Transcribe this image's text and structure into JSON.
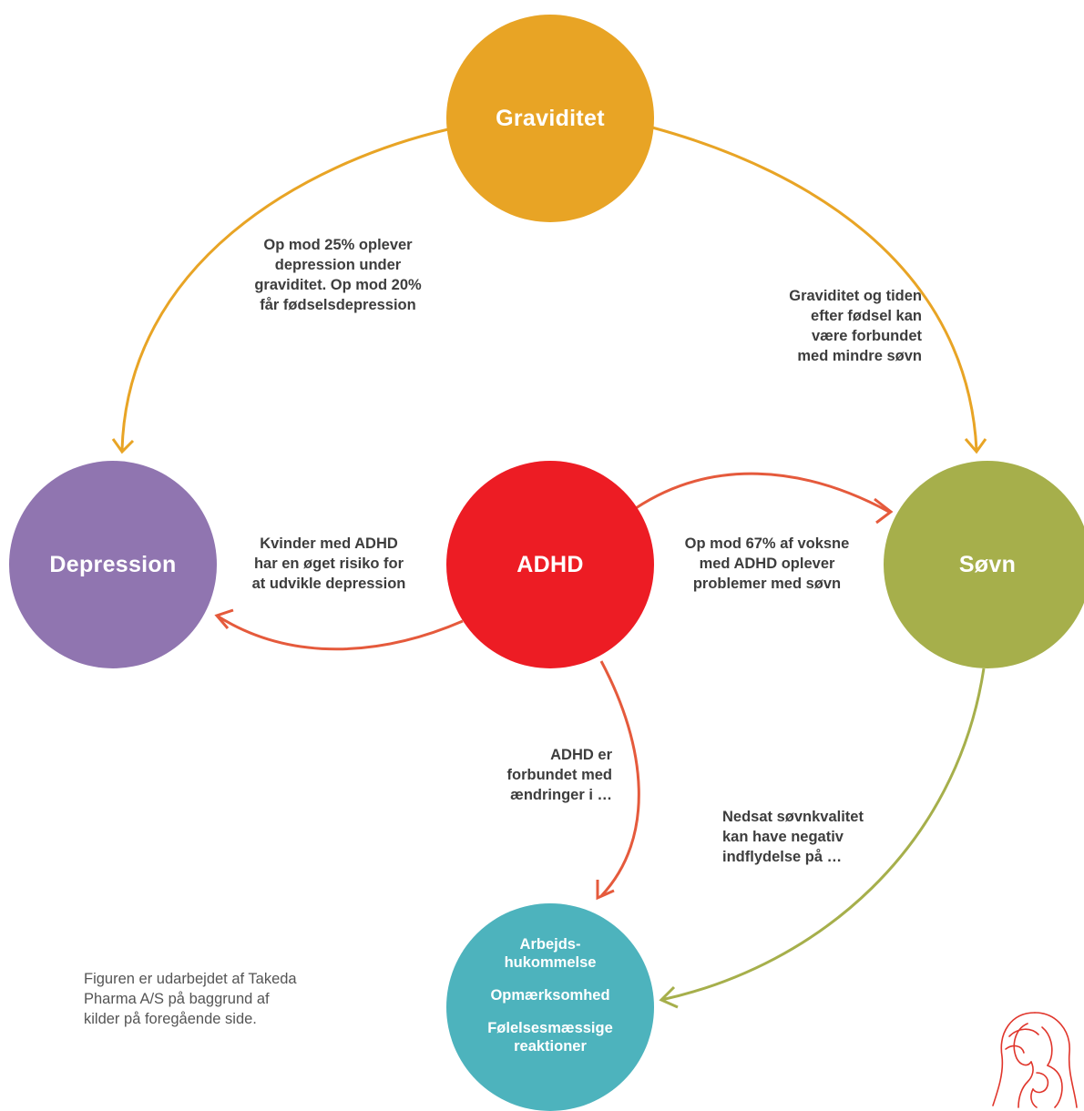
{
  "colors": {
    "graviditet": "#E8A425",
    "depression": "#9075B0",
    "adhd": "#ED1C24",
    "sovn": "#A6AF4B",
    "cognition": "#4DB3BD",
    "arrow_orange": "#E8A425",
    "arrow_red": "#E55A3C",
    "arrow_olive": "#A6AF4B",
    "logo": "#E0352B"
  },
  "nodes": {
    "graviditet": {
      "label": "Graviditet"
    },
    "depression": {
      "label": "Depression"
    },
    "adhd": {
      "label": "ADHD"
    },
    "sovn": {
      "label": "Søvn"
    },
    "cognition": {
      "items": [
        "Arbejds-\nhukommelse",
        "Opmærksomhed",
        "Følelsesmæssige\nreaktioner"
      ]
    }
  },
  "edges": {
    "graviditet_depression": "Op mod 25% oplever\ndepression under\ngraviditet. Op mod 20%\nfår fødselsdepression",
    "graviditet_sovn": "Graviditet og tiden\nefter fødsel kan\nvære forbundet\nmed mindre søvn",
    "adhd_depression": "Kvinder med ADHD\nhar en øget risiko for\nat udvikle depression",
    "adhd_sovn": "Op mod 67% af voksne\nmed ADHD oplever\nproblemer med søvn",
    "adhd_cognition": "ADHD er\nforbundet med\nændringer i …",
    "sovn_cognition": "Nedsat søvnkvalitet\nkan have negativ\nindflydelse på …"
  },
  "footnote": "Figuren er udarbejdet af Takeda Pharma A/S på baggrund af kilder på foregående side.",
  "logo_icon": "mother-and-child-line-drawing-icon"
}
